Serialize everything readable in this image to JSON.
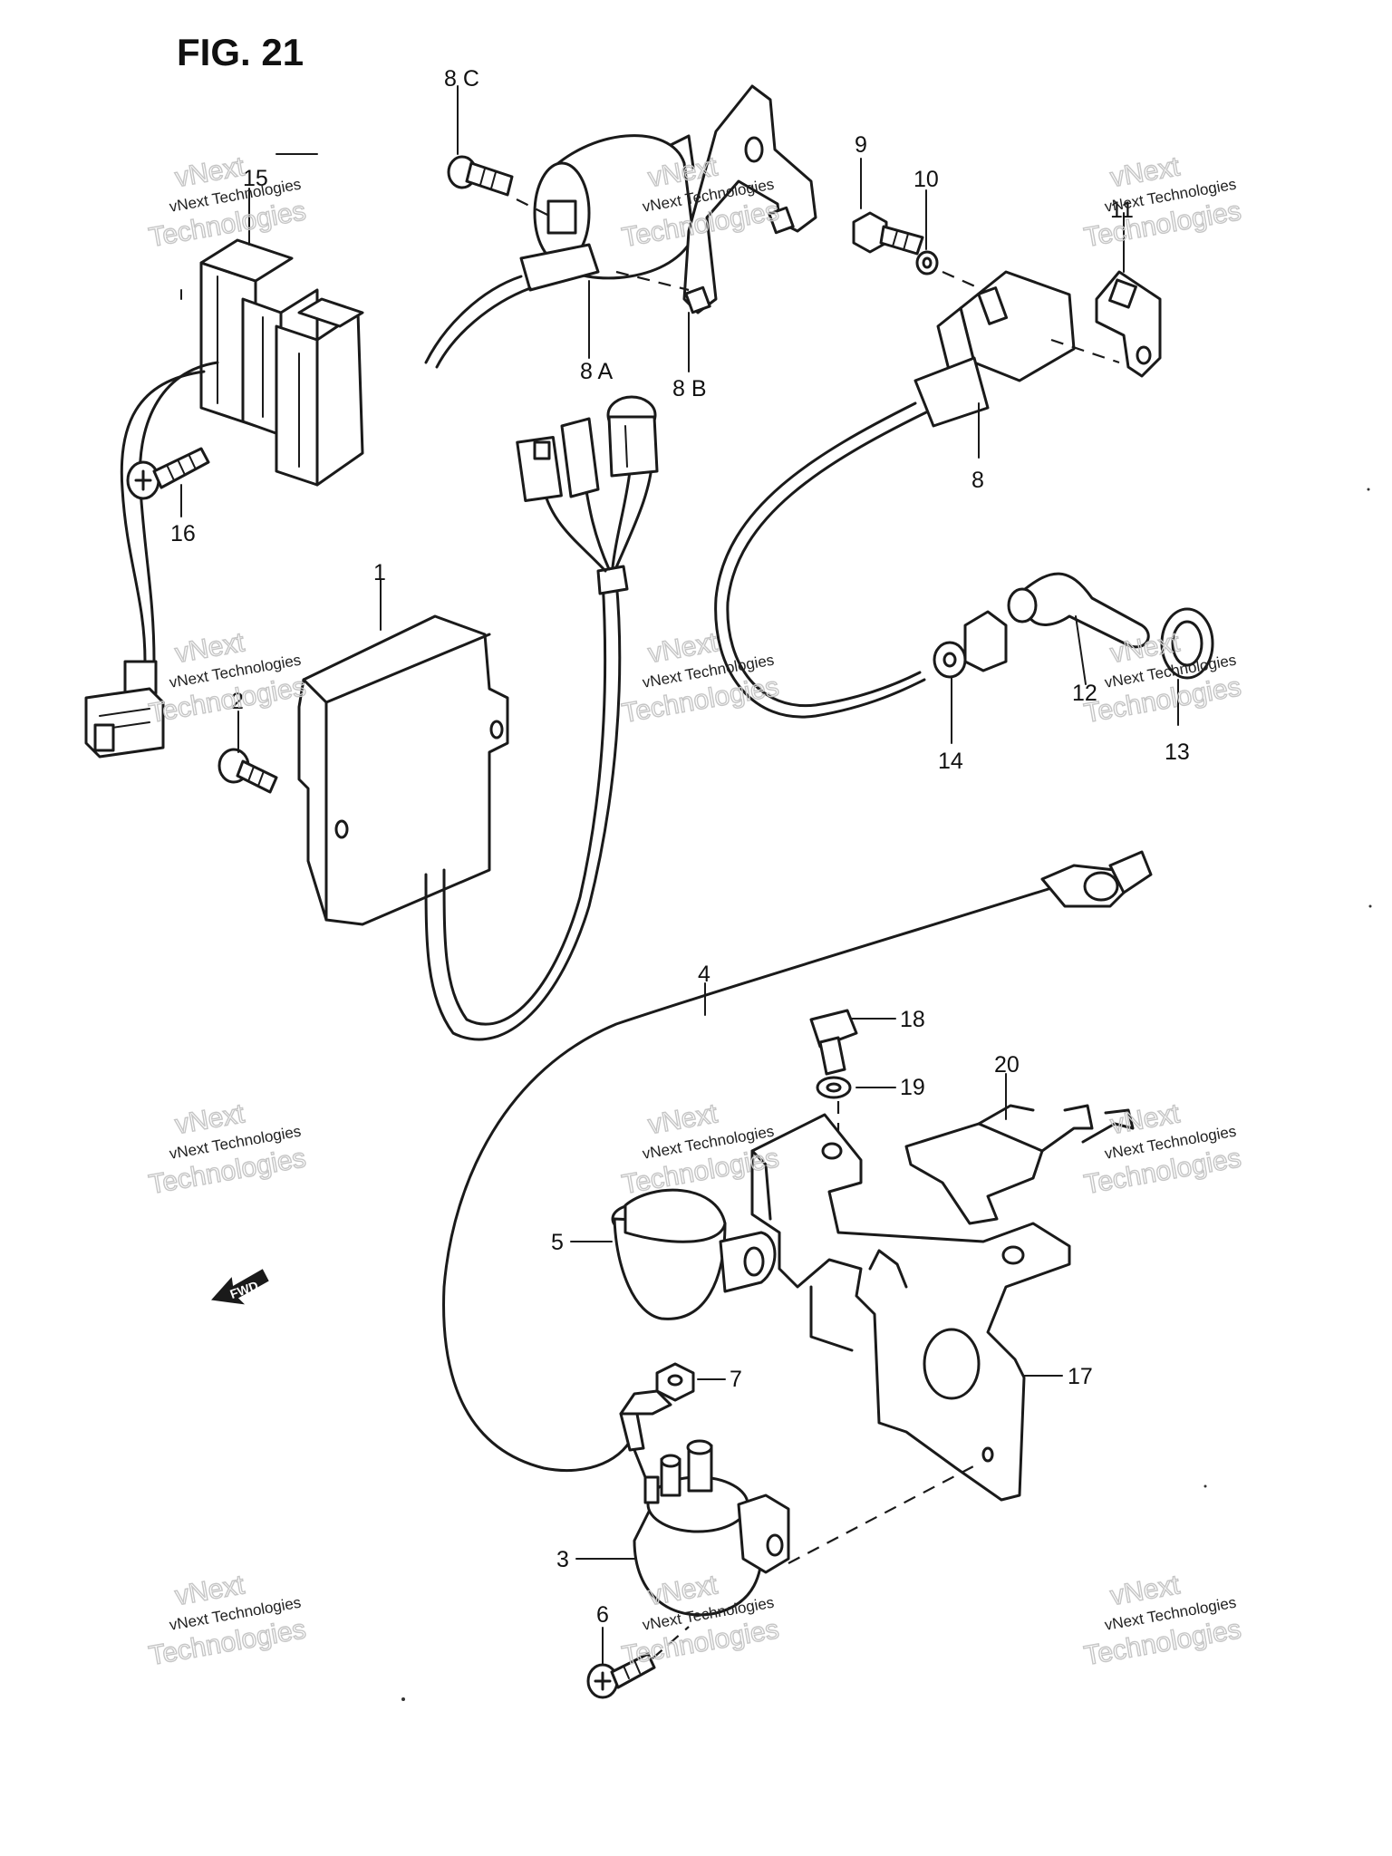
{
  "figure": {
    "title": "FIG. 21"
  },
  "watermark": {
    "line1": "vNext Technologies",
    "line2": "Technologies",
    "line3": "vNext"
  },
  "direction_arrow": {
    "label": "FWD"
  },
  "callouts": {
    "p1": "1",
    "p2": "2",
    "p3": "3",
    "p4": "4",
    "p5": "5",
    "p6": "6",
    "p7": "7",
    "p8": "8",
    "p8a": "8 A",
    "p8b": "8 B",
    "p8c": "8 C",
    "p9": "9",
    "p10": "10",
    "p11": "11",
    "p12": "12",
    "p13": "13",
    "p14": "14",
    "p15": "15",
    "p16": "16",
    "p17": "17",
    "p18": "18",
    "p19": "19",
    "p20": "20"
  }
}
